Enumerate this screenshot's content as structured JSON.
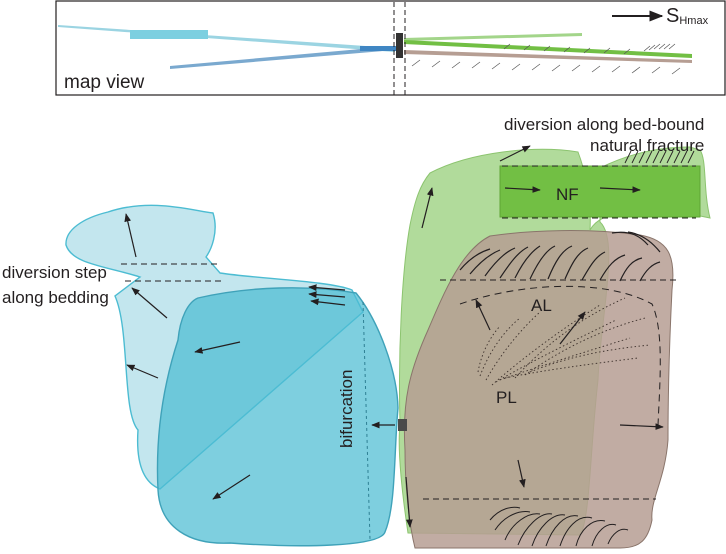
{
  "map_view": {
    "label": "map view",
    "stress_symbol": "S",
    "stress_subscript": "Hmax"
  },
  "annotations": {
    "diversion_step_line1": "diversion step",
    "diversion_step_line2": "along bedding",
    "diversion_fracture_line1": "diversion along bed-bound",
    "diversion_fracture_line2": "natural fracture",
    "bifurcation": "bifurcation"
  },
  "regions": {
    "natural_fracture": "NF",
    "active_layer": "AL",
    "passive_layer": "PL"
  },
  "colors": {
    "light_blue": "#a9dbe7",
    "medium_blue": "#4cbcd2",
    "light_green": "#a3d58a",
    "dark_green": "#72bf44",
    "tan": "#b69e93",
    "steel_blue": "#6fa4c9"
  }
}
